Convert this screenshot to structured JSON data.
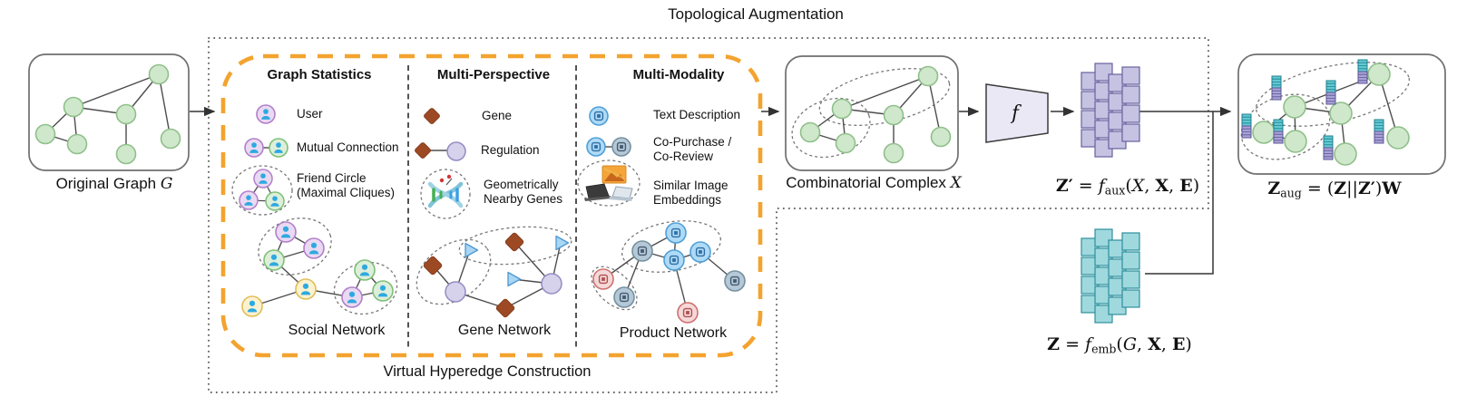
{
  "colors": {
    "node_green_fill": "#cfe8cb",
    "node_green_stroke": "#8fbf8a",
    "orange_dashed_border": "#F3A32F",
    "purple_stack_fill": "#c6c2e2",
    "purple_stack_stroke": "#66619e",
    "teal_stack_fill": "#9fd9de",
    "teal_stack_stroke": "#2e8f9c",
    "person_glyph": "#2da9e1",
    "gene_diamond": "#9d4a24",
    "triangle_fill": "#a9d6f2",
    "lavender_node": "#d6d2ec"
  },
  "labels": {
    "topological_augmentation": "Topological Augmentation",
    "virtual_hyperedge_construction": "Virtual Hyperedge Construction",
    "original_graph": [
      {
        "t": "Original Graph ",
        "s": "p"
      },
      {
        "t": "G",
        "s": "cal"
      }
    ],
    "combinatorial_complex": [
      {
        "t": "Combinatorial Complex ",
        "s": "p"
      },
      {
        "t": "X",
        "s": "cal"
      }
    ],
    "f_block": [
      {
        "t": "f",
        "s": "i"
      }
    ]
  },
  "columns": [
    {
      "header": "Graph Statistics",
      "items": [
        {
          "icon": "user-node-icon",
          "lines": [
            "User"
          ]
        },
        {
          "icon": "mutual-connection-icon",
          "lines": [
            "Mutual Connection"
          ]
        },
        {
          "icon": "friend-circle-icon",
          "lines": [
            "Friend Circle",
            "(Maximal Cliques)"
          ]
        }
      ],
      "network_label": "Social Network"
    },
    {
      "header": "Multi-Perspective",
      "items": [
        {
          "icon": "gene-diamond-icon",
          "lines": [
            "Gene"
          ]
        },
        {
          "icon": "regulation-icon",
          "lines": [
            "Regulation"
          ]
        },
        {
          "icon": "dna-icon",
          "lines": [
            "Geometrically",
            "Nearby Genes"
          ]
        }
      ],
      "network_label": "Gene Network"
    },
    {
      "header": "Multi-Modality",
      "items": [
        {
          "icon": "text-description-icon",
          "lines": [
            "Text Description"
          ]
        },
        {
          "icon": "co-purchase-icon",
          "lines": [
            "Co-Purchase /",
            "Co-Review"
          ]
        },
        {
          "icon": "image-embedding-icon",
          "lines": [
            "Similar Image",
            "Embeddings"
          ]
        }
      ],
      "network_label": "Product Network"
    }
  ],
  "formulas": {
    "z_prime": [
      {
        "t": "Z",
        "s": "b"
      },
      {
        "t": "′",
        "s": "b"
      },
      {
        "t": " = ",
        "s": "r"
      },
      {
        "t": "f",
        "s": "i"
      },
      {
        "t": "aux",
        "s": "sub"
      },
      {
        "t": "(",
        "s": "r"
      },
      {
        "t": "X",
        "s": "cal"
      },
      {
        "t": ", ",
        "s": "r"
      },
      {
        "t": "X",
        "s": "b"
      },
      {
        "t": ", ",
        "s": "r"
      },
      {
        "t": "E",
        "s": "b"
      },
      {
        "t": ")",
        "s": "r"
      }
    ],
    "z_emb": [
      {
        "t": "Z",
        "s": "b"
      },
      {
        "t": " = ",
        "s": "r"
      },
      {
        "t": "f",
        "s": "i"
      },
      {
        "t": "emb",
        "s": "sub"
      },
      {
        "t": "(",
        "s": "r"
      },
      {
        "t": "G",
        "s": "cal"
      },
      {
        "t": ", ",
        "s": "r"
      },
      {
        "t": "X",
        "s": "b"
      },
      {
        "t": ", ",
        "s": "r"
      },
      {
        "t": "E",
        "s": "b"
      },
      {
        "t": ")",
        "s": "r"
      }
    ],
    "z_aug": [
      {
        "t": "Z",
        "s": "b"
      },
      {
        "t": "aug",
        "s": "sub"
      },
      {
        "t": " = ",
        "s": "r"
      },
      {
        "t": "(",
        "s": "r"
      },
      {
        "t": "Z",
        "s": "b"
      },
      {
        "t": "||",
        "s": "r"
      },
      {
        "t": "Z",
        "s": "b"
      },
      {
        "t": "′",
        "s": "b"
      },
      {
        "t": ")",
        "s": "r"
      },
      {
        "t": "W",
        "s": "b"
      }
    ]
  }
}
